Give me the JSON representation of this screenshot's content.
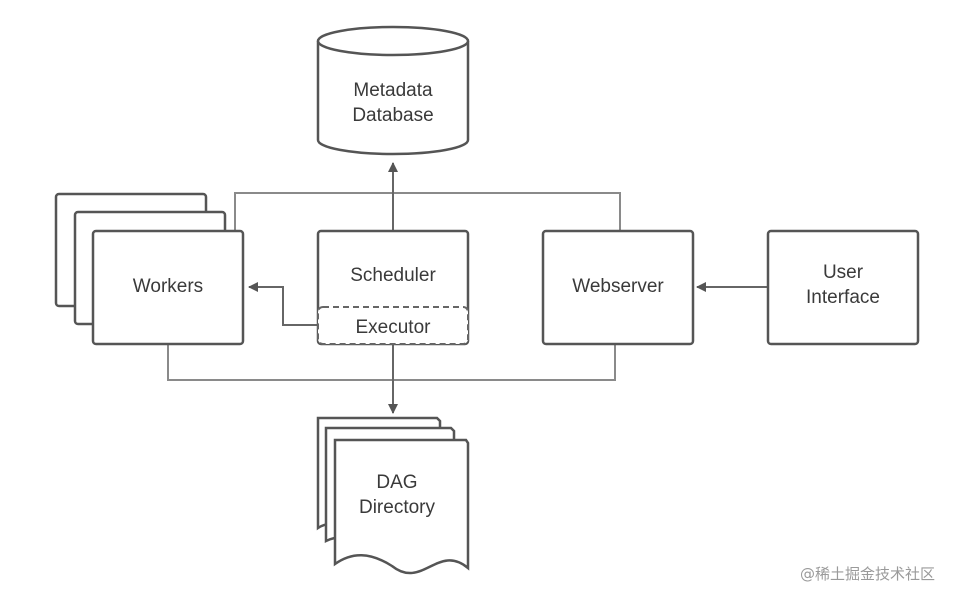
{
  "nodes": {
    "metadata_db": {
      "line1": "Metadata",
      "line2": "Database"
    },
    "workers": {
      "label": "Workers"
    },
    "scheduler": {
      "label": "Scheduler"
    },
    "executor": {
      "label": "Executor"
    },
    "webserver": {
      "label": "Webserver"
    },
    "user_interface": {
      "line1": "User",
      "line2": "Interface"
    },
    "dag_directory": {
      "line1": "DAG",
      "line2": "Directory"
    }
  },
  "watermark": "@稀土掘金技术社区"
}
